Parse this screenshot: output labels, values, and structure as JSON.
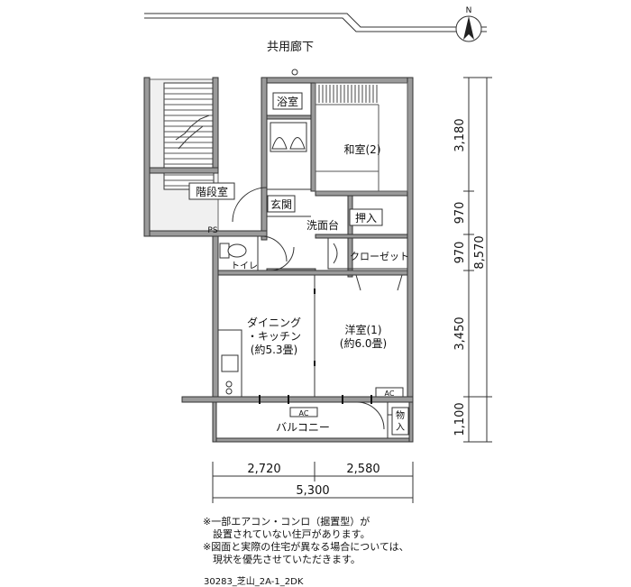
{
  "compass": {
    "north": "N"
  },
  "corridor": "共用廊下",
  "rooms": {
    "bath": "浴室",
    "washitsu": "和室(2)",
    "stairs": "階段室",
    "entrance": "玄関",
    "senmen": "洗面台",
    "oshiire": "押入",
    "closet": "クローゼット",
    "ps": "PS",
    "toilet": "トイレ",
    "dk_line1": "ダイニング",
    "dk_line2": "・キッチン",
    "dk_line3": "(約5.3畳)",
    "yoshitsu_line1": "洋室(1)",
    "yoshitsu_line2": "(約6.0畳)",
    "ac_room": "AC",
    "ac_balcony": "AC",
    "balcony": "バルコニー",
    "storage": "物入"
  },
  "dimensions": {
    "right": [
      "3,180",
      "970",
      "970",
      "3,450",
      "1,100"
    ],
    "right_total": "8,570",
    "bottom": [
      "2,720",
      "2,580"
    ],
    "bottom_total": "5,300"
  },
  "notes": [
    "※一部エアコン・コンロ（据置型）が",
    "　設置されていない住戸があります。",
    "※図面と実際の住宅が異なる場合については、",
    "　現状を優先させていただきます。"
  ],
  "code": "30283_芝山_2A-1_2DK"
}
